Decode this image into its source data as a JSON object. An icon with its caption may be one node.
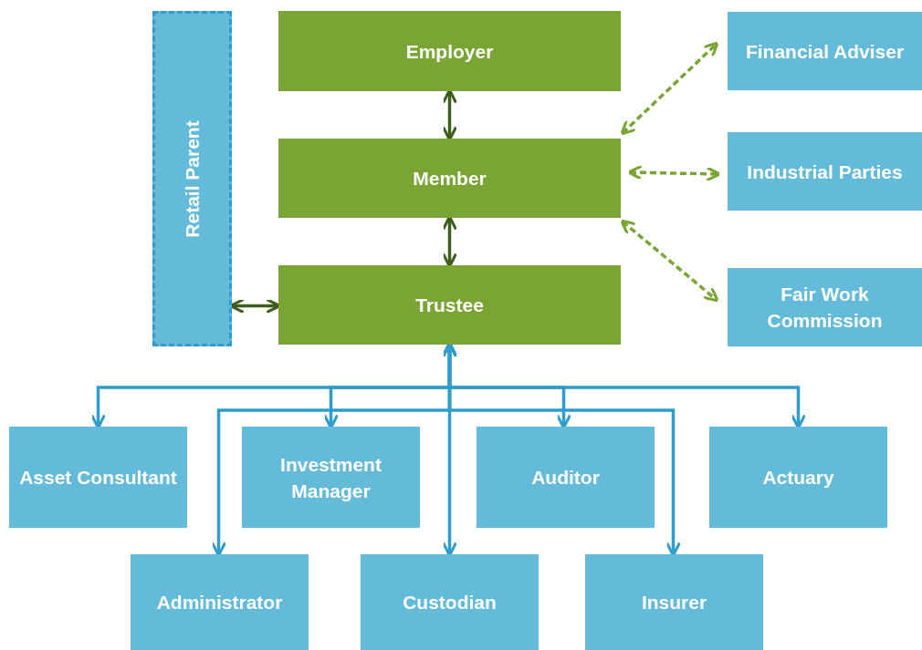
{
  "diagram": {
    "nodes": [
      {
        "text": [
          "Employer"
        ]
      },
      {
        "text": [
          "Member"
        ]
      },
      {
        "text": [
          "Trustee"
        ]
      },
      {
        "text": [
          "Retail Parent"
        ]
      },
      {
        "text": [
          "Financial Adviser"
        ]
      },
      {
        "text": [
          "Industrial Parties"
        ]
      },
      {
        "text": [
          "Fair Work Commission"
        ]
      },
      {
        "text": [
          "Asset Consultant"
        ]
      },
      {
        "text": [
          "Investment Manager"
        ]
      },
      {
        "text": [
          "Auditor"
        ]
      },
      {
        "text": [
          "Actuary"
        ]
      },
      {
        "text": [
          "Administrator"
        ]
      },
      {
        "text": [
          "Custodian"
        ]
      },
      {
        "text": [
          "Insurer"
        ]
      }
    ],
    "edges": [
      {
        "from": 0,
        "to": 1,
        "arrow": "both",
        "color": "#3d5e1c"
      },
      {
        "from": 1,
        "to": 2,
        "arrow": "both",
        "color": "#3d5e1c"
      },
      {
        "from": 3,
        "to": 2,
        "arrow": "both",
        "color": "#3d5e1c"
      },
      {
        "from": 1,
        "to": 4,
        "arrow": "both",
        "style": "dashed",
        "color": "#7aa433"
      },
      {
        "from": 1,
        "to": 5,
        "arrow": "both",
        "style": "dashed",
        "color": "#7aa433"
      },
      {
        "from": 1,
        "to": 6,
        "arrow": "both",
        "style": "dashed",
        "color": "#7aa433"
      },
      {
        "from": 2,
        "to": 7,
        "arrow": "both"
      },
      {
        "from": 2,
        "to": 8,
        "arrow": "both"
      },
      {
        "from": 2,
        "to": 9,
        "arrow": "both"
      },
      {
        "from": 2,
        "to": 10,
        "arrow": "both"
      },
      {
        "from": 2,
        "to": 11,
        "arrow": "both"
      },
      {
        "from": 2,
        "to": 12,
        "arrow": "both"
      },
      {
        "from": 2,
        "to": 13,
        "arrow": "both"
      }
    ]
  }
}
